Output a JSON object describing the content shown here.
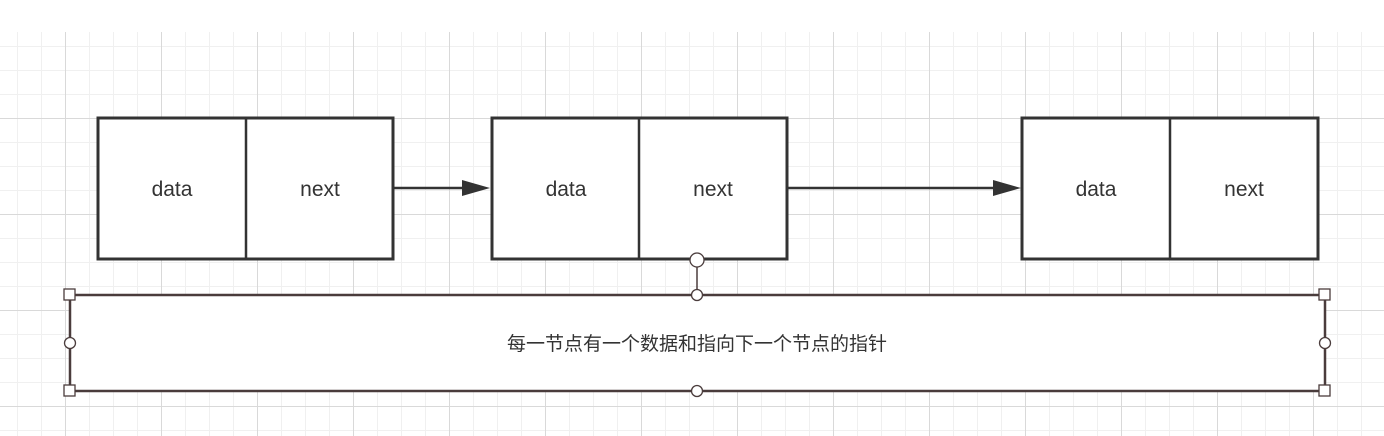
{
  "diagram": {
    "nodes": [
      {
        "data_label": "data",
        "next_label": "next"
      },
      {
        "data_label": "data",
        "next_label": "next"
      },
      {
        "data_label": "data",
        "next_label": "next"
      }
    ],
    "caption": "每一节点有一个数据和指向下一个节点的指针"
  }
}
